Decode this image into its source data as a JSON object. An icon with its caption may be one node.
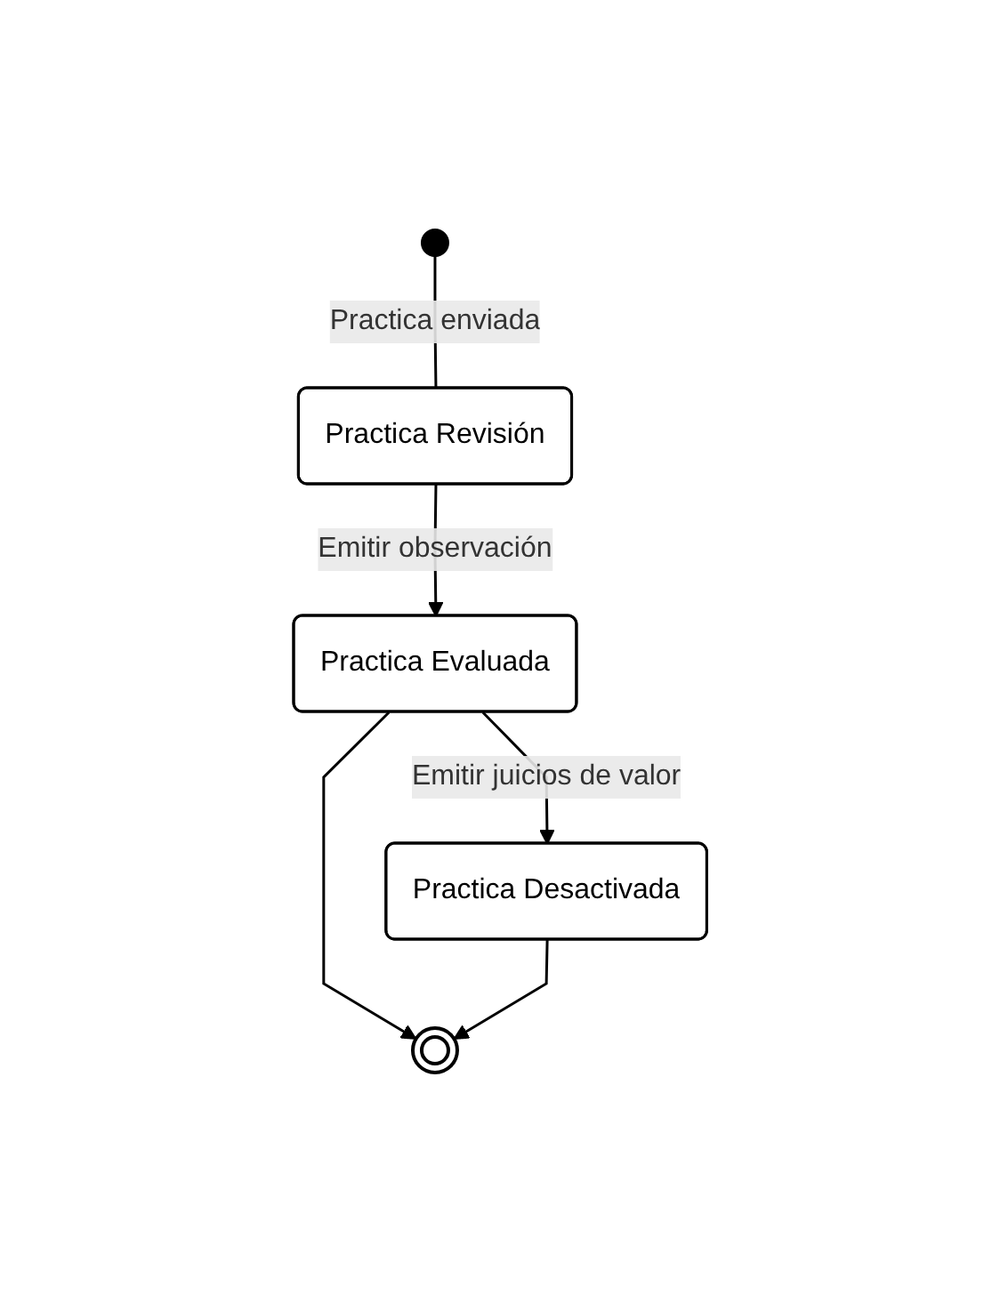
{
  "diagram": {
    "nodes": [
      {
        "text": [],
        "shape": "circle"
      },
      {
        "text": [
          "Practica Revisión"
        ]
      },
      {
        "text": [
          "Practica Evaluada"
        ]
      },
      {
        "text": [
          "Practica Desactivada"
        ]
      },
      {
        "text": [],
        "shape": "circle"
      }
    ],
    "edges": [
      {
        "from": 0,
        "to": 1,
        "arrow": "none",
        "label": "Practica enviada"
      },
      {
        "from": 1,
        "to": 2,
        "arrow": "to",
        "label": "Emitir observación"
      },
      {
        "from": 2,
        "to": 4,
        "arrow": "to"
      },
      {
        "from": 2,
        "to": 3,
        "arrow": "to",
        "label": "Emitir juicios de valor"
      },
      {
        "from": 3,
        "to": 4,
        "arrow": "to"
      }
    ]
  }
}
